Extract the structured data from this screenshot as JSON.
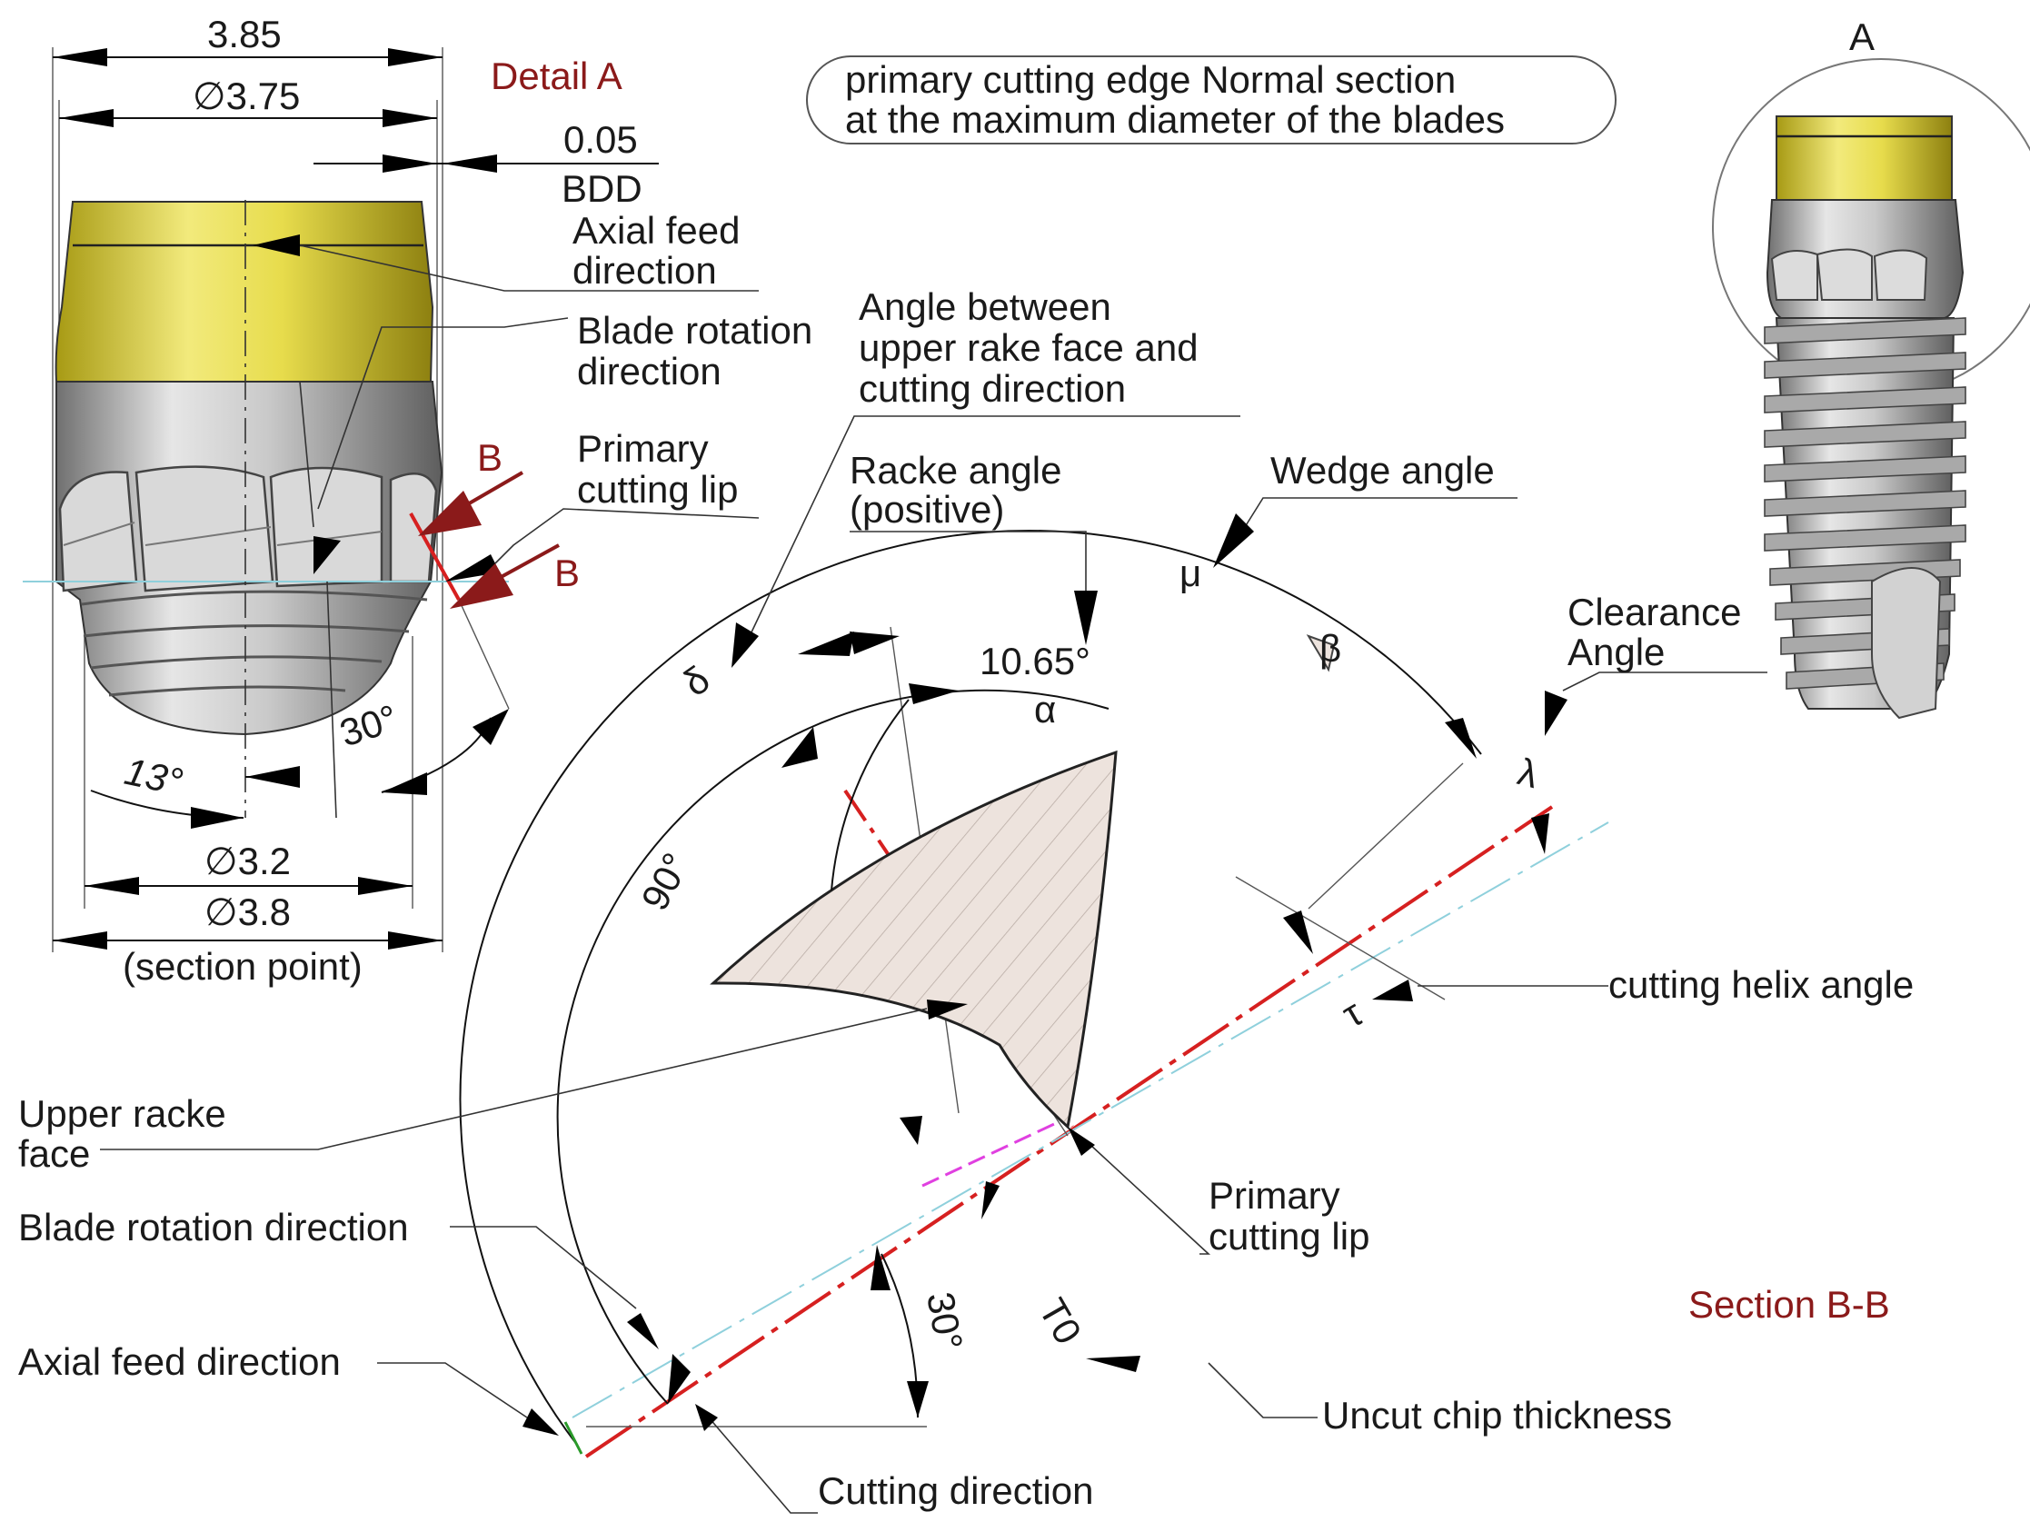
{
  "colors": {
    "yellow": "#e3d84a",
    "metal": "#b8b8b8",
    "red_line": "#d62020",
    "dark_red": "#8b1a1a",
    "cyan_line": "#8fd0dc",
    "magenta_line": "#e040e0",
    "chip_fill": "#ede3dd"
  },
  "detail_a": {
    "title": "Detail A",
    "dim_385": "3.85",
    "dim_375": "∅3.75",
    "dim_005": "0.05",
    "bdd": "BDD",
    "axial_feed_1": "Axial feed",
    "axial_feed_2": "direction",
    "blade_rot_1": "Blade rotation",
    "blade_rot_2": "direction",
    "primary_lip_1": "Primary",
    "primary_lip_2": "cutting lip",
    "section_b_1": "B",
    "section_b_2": "B",
    "angle_30": "30°",
    "angle_13": "13°",
    "dim_32": "∅3.2",
    "dim_38": "∅3.8",
    "section_point": "(section point)"
  },
  "banner": {
    "line1": "primary cutting edge Normal section",
    "line2": "at the maximum diameter of the blades"
  },
  "implant": {
    "label": "A"
  },
  "section": {
    "title": "Section B-B",
    "angle_upper_1": "Angle between",
    "angle_upper_2": "upper rake face and",
    "angle_upper_3": "cutting direction",
    "rake_1": "Racke angle",
    "rake_2": "(positive)",
    "wedge": "Wedge angle",
    "clearance_1": "Clearance",
    "clearance_2": "Angle",
    "delta": "δ",
    "mu": "μ",
    "beta": "β",
    "lambda": "λ",
    "tau": "τ",
    "alpha": "α",
    "rake_value": "10.65°",
    "angle_90": "90°",
    "angle_30": "30°",
    "t0": "T0",
    "helix": "cutting helix angle",
    "upper_face_1": "Upper racke",
    "upper_face_2": "face",
    "blade_rot": "Blade rotation direction",
    "axial_feed": "Axial feed direction",
    "primary_lip_1": "Primary",
    "primary_lip_2": "cutting lip",
    "uncut": "Uncut chip thickness",
    "cutting_dir": "Cutting direction"
  }
}
